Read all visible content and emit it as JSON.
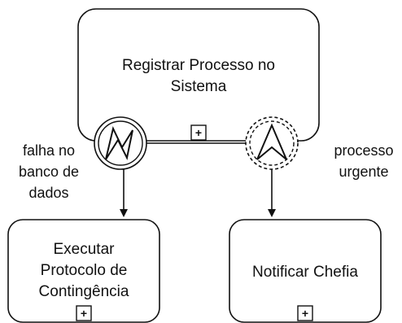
{
  "diagram": {
    "main_task": {
      "label_line1": "Registrar Processo no",
      "label_line2": "Sistema",
      "subprocess_marker": "+"
    },
    "error_event": {
      "icon": "lightning-error-icon"
    },
    "escalation_event": {
      "icon": "escalation-arrow-icon"
    },
    "left_flow": {
      "label_line1": "falha no",
      "label_line2": "banco de",
      "label_line3": "dados"
    },
    "right_flow": {
      "label_line1": "processo",
      "label_line2": "urgente"
    },
    "contingency_task": {
      "label_line1": "Executar",
      "label_line2": "Protocolo de",
      "label_line3": "Contingência",
      "subprocess_marker": "+"
    },
    "notify_task": {
      "label": "Notificar Chefia",
      "subprocess_marker": "+"
    },
    "colors": {
      "stroke": "#111111",
      "background": "#ffffff"
    }
  }
}
